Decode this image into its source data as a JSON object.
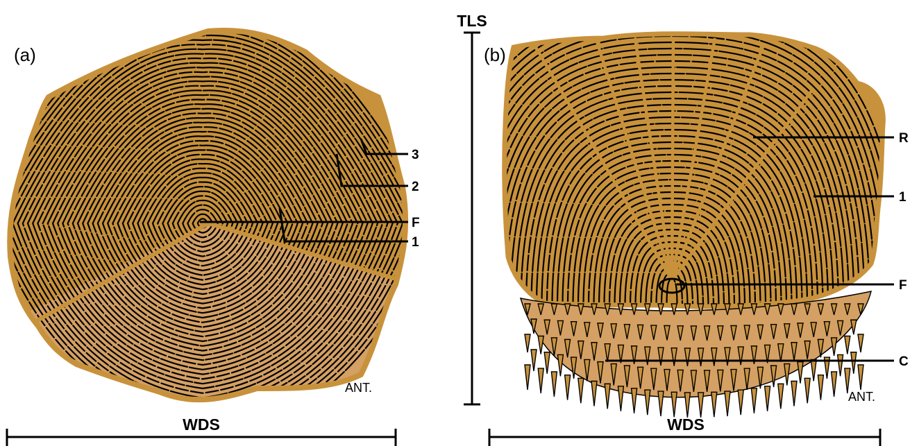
{
  "figure": {
    "panel_a": {
      "label": "(a)",
      "orientation": "ANT.",
      "annotations": [
        "3",
        "2",
        "F",
        "1"
      ],
      "scale_label": "WDS"
    },
    "panel_b": {
      "label": "(b)",
      "orientation": "ANT.",
      "annotations": [
        "R",
        "1",
        "F",
        "C"
      ],
      "scale_label": "WDS",
      "vertical_scale_label": "TLS"
    },
    "colors": {
      "scale_fill": "#C8923C",
      "exposed_fill": "#D4A064",
      "ridge_line": "#000000"
    }
  }
}
